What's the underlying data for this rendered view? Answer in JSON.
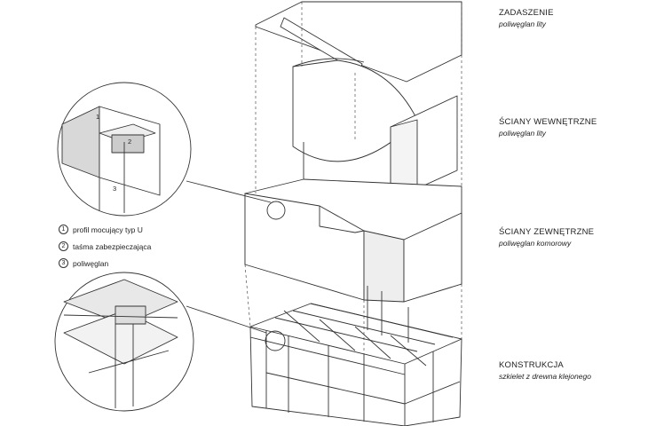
{
  "labels": {
    "roof": {
      "title": "ZADASZENIE",
      "subtitle": "poliwęglan lity"
    },
    "inner_walls": {
      "title": "ŚCIANY WEWNĘTRZNE",
      "subtitle": "poliwęglan lity"
    },
    "outer_walls": {
      "title": "ŚCIANY ZEWNĘTRZNE",
      "subtitle": "poliwęglan komorowy"
    },
    "structure": {
      "title": "KONSTRUKCJA",
      "subtitle": "szkielet z drewna klejonego"
    }
  },
  "legend": [
    {
      "num": "1",
      "text": "profil mocujący typ U"
    },
    {
      "num": "2",
      "text": "taśma zabezpieczająca"
    },
    {
      "num": "3",
      "text": "poliwęglan"
    }
  ],
  "detail_numbers": [
    "1",
    "2",
    "3"
  ]
}
